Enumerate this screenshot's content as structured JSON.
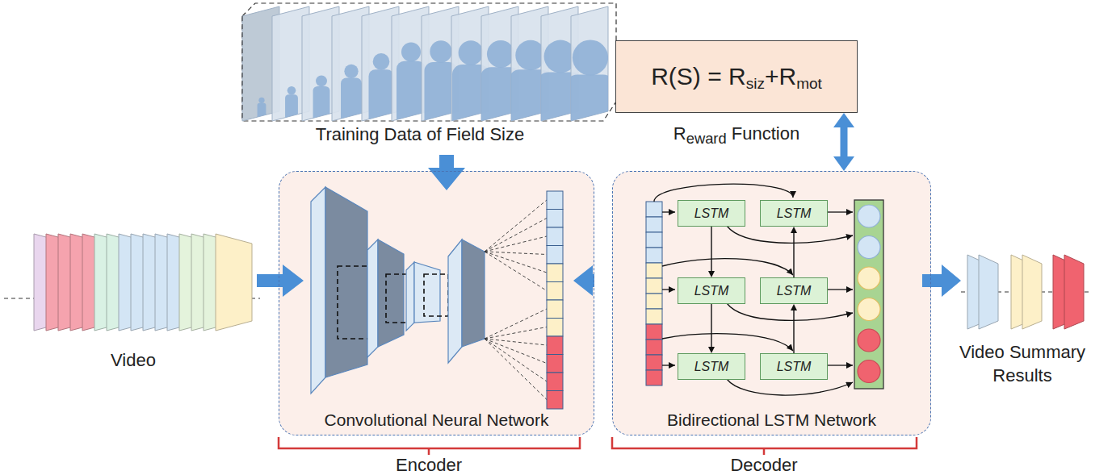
{
  "diagram": {
    "nodes": [
      {
        "text": [
          "R(S) = Rsiz+Rmot",
          "Reward Function"
        ]
      },
      {
        "text": [
          "Convolutional Neural Network"
        ]
      },
      {
        "text": [
          "Bidirectional LSTM Network"
        ]
      },
      {
        "text": [
          "LSTM"
        ],
        "in": 2
      },
      {
        "text": [
          "LSTM"
        ],
        "in": 2
      },
      {
        "text": [
          "LSTM"
        ],
        "in": 2
      },
      {
        "text": [
          "LSTM"
        ],
        "in": 2
      },
      {
        "text": [
          "LSTM"
        ],
        "in": 2
      },
      {
        "text": [
          "LSTM"
        ],
        "in": 2
      }
    ],
    "edges": [
      {
        "from": 1,
        "to": 2,
        "arrow": "to"
      },
      {
        "from": 0,
        "to": 2,
        "arrow": "both"
      },
      {
        "from": 3,
        "to": 5,
        "arrow": "to"
      },
      {
        "from": 5,
        "to": 7,
        "arrow": "to"
      },
      {
        "from": 8,
        "to": 6,
        "arrow": "to"
      },
      {
        "from": 6,
        "to": 4,
        "arrow": "to"
      }
    ],
    "labels": [
      "Training Data of Field Size",
      "Video",
      "Video Summary Results",
      "Encoder",
      "Decoder"
    ]
  }
}
